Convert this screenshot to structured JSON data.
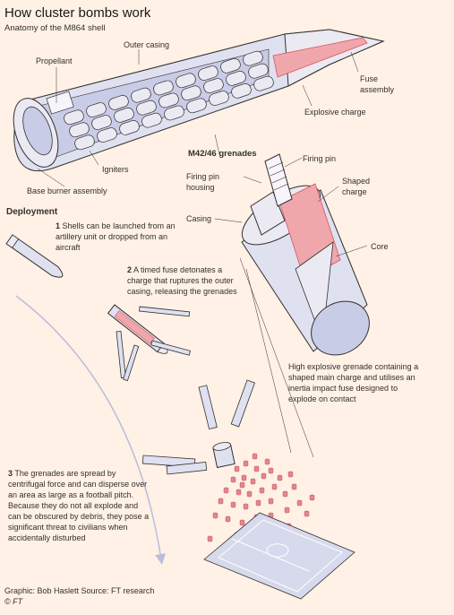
{
  "title": "How cluster bombs work",
  "subtitle": "Anatomy of the M864 shell",
  "shell_labels": {
    "outer_casing": "Outer casing",
    "propellant": "Propellant",
    "fuse_assembly": "Fuse assembly",
    "explosive_charge": "Explosive charge",
    "igniters": "Igniters",
    "base_burner": "Base burner assembly"
  },
  "grenade_labels": {
    "heading": "M42/46 grenades",
    "firing_pin": "Firing pin",
    "firing_pin_housing": "Firing pin housing",
    "shaped_charge": "Shaped charge",
    "casing": "Casing",
    "core": "Core",
    "description": "High explosive grenade containing a shaped main charge and utilises an inertia impact fuse designed to explode on contact"
  },
  "deployment": {
    "heading": "Deployment",
    "steps": [
      {
        "num": "1",
        "text": "Shells can be launched from an artillery unit or dropped from an aircraft"
      },
      {
        "num": "2",
        "text": "A timed fuse detonates a charge that ruptures the outer casing, releasing the grenades"
      },
      {
        "num": "3",
        "text": "The grenades are spread by centrifugal force and can disperse over an area as large as a football pitch. Because they do not all explode and can be obscured by debris, they pose a significant threat to civilians when accidentally disturbed"
      }
    ]
  },
  "footer": {
    "credit": "Graphic: Bob Haslett   Source: FT research",
    "copyright": "© FT"
  },
  "colors": {
    "background": "#fff1e5",
    "casing": "#dfe1f1",
    "casing_dark": "#a9aed1",
    "outline": "#33302e",
    "explosive": "#f0a7ab",
    "explosive_dark": "#d9535e",
    "pitch": "#d7d9ec"
  }
}
